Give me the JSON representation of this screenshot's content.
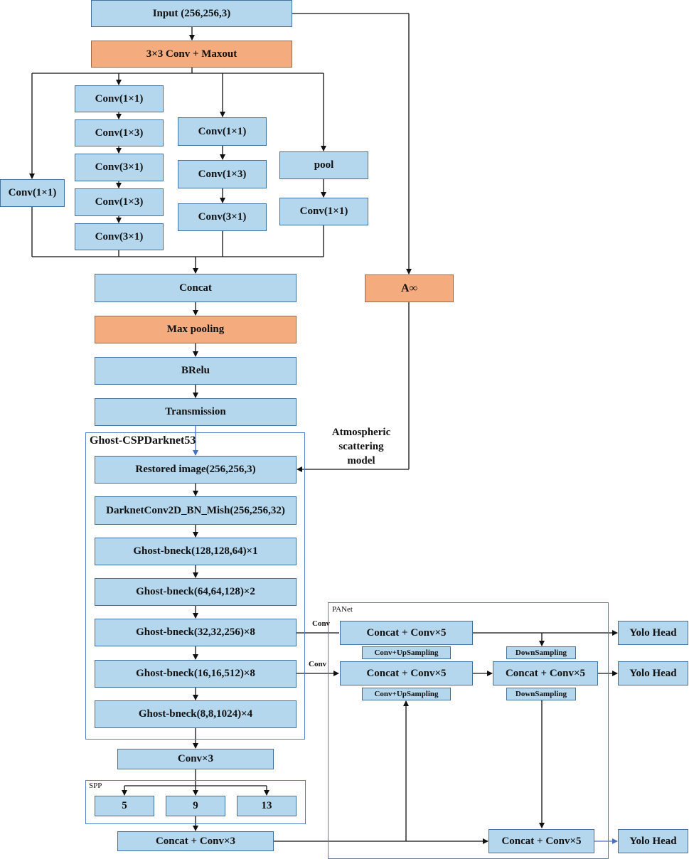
{
  "encoder": {
    "input": "Input (256,256,3)",
    "conv_maxout": "3×3 Conv + Maxout",
    "branch1": [
      "Conv(1×1)"
    ],
    "branch2": [
      "Conv(1×1)",
      "Conv(1×3)",
      "Conv(3×1)",
      "Conv(1×3)",
      "Conv(3×1)"
    ],
    "branch3": [
      "Conv(1×1)",
      "Conv(1×3)",
      "Conv(3×1)"
    ],
    "branch4": [
      "pool",
      "Conv(1×1)"
    ],
    "a_inf": "A∞",
    "concat": "Concat",
    "max_pooling": "Max pooling",
    "brelu": "BRelu",
    "transmission": "Transmission",
    "atmospheric_label": [
      "Atmospheric",
      "scattering",
      "model"
    ]
  },
  "backbone": {
    "title": "Ghost-CSPDarknet53",
    "layers": [
      "Restored image(256,256,3)",
      "DarknetConv2D_BN_Mish(256,256,32)",
      "Ghost-bneck(128,128,64)×1",
      "Ghost-bneck(64,64,128)×2",
      "Ghost-bneck(32,32,256)×8",
      "Ghost-bneck(16,16,512)×8",
      "Ghost-bneck(8,8,1024)×4"
    ]
  },
  "neck": {
    "conv3_top": "Conv×3",
    "spp_title": "SPP",
    "spp_items": [
      "5",
      "9",
      "13"
    ],
    "concat_conv3": "Concat + Conv×3"
  },
  "panet": {
    "title": "PANet",
    "concat_conv5": "Concat + Conv×5",
    "conv_upsampling": "Conv+UpSampling",
    "downsampling": "DownSampling",
    "conv_label": "Conv",
    "yolo_head": "Yolo Head"
  },
  "colors": {
    "box_blue": "#b4d7ee",
    "box_orange": "#f4ac7f",
    "border_blue": "#41719c",
    "group_border": "#4f7fbf",
    "arrow_black": "#111111",
    "arrow_blue": "#4472c4"
  }
}
